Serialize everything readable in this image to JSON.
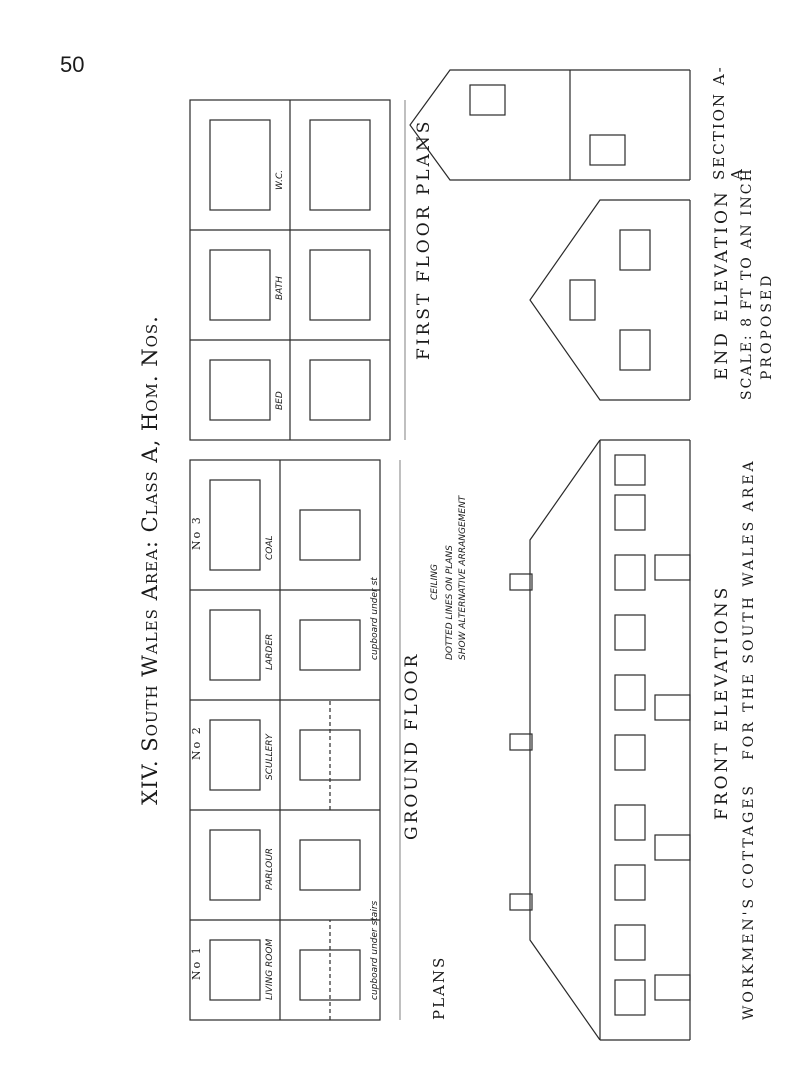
{
  "page": {
    "number": "50"
  },
  "plate": {
    "title": "XIV. South Wales Area: Class A, Hom. Nos."
  },
  "drawings": {
    "ground_floor": "GROUND FLOOR",
    "first_floor": "FIRST FLOOR PLANS",
    "front_elevations": "FRONT ELEVATIONS",
    "end_elevation": "END ELEVATION",
    "section": "SECTION A-A",
    "plans": "PLANS",
    "cupboard_stairs": "cupboard under stairs",
    "cupboard_stairs_2": "cupboard under st",
    "no1": "No 1",
    "no2": "No 2",
    "no3": "No 3",
    "scale": "SCALE: 8 FT TO AN INCH",
    "proposed_line1": "PROPOSED",
    "proposed_line2": "WORKMEN'S COTTAGES",
    "proposed_line3": "FOR THE SOUTH WALES AREA"
  },
  "rooms": {
    "living": "LIVING ROOM",
    "bed": "BED",
    "wc": "W.C.",
    "bath": "BATH",
    "larder": "LARDER",
    "scullery": "SCULLERY",
    "coal": "COAL",
    "parlour": "PARLOUR"
  },
  "notes": {
    "section_note_1": "CEILING",
    "section_note_2": "DOTTED LINES ON PLANS",
    "section_note_3": "SHOW ALTERNATIVE ARRANGEMENT"
  }
}
